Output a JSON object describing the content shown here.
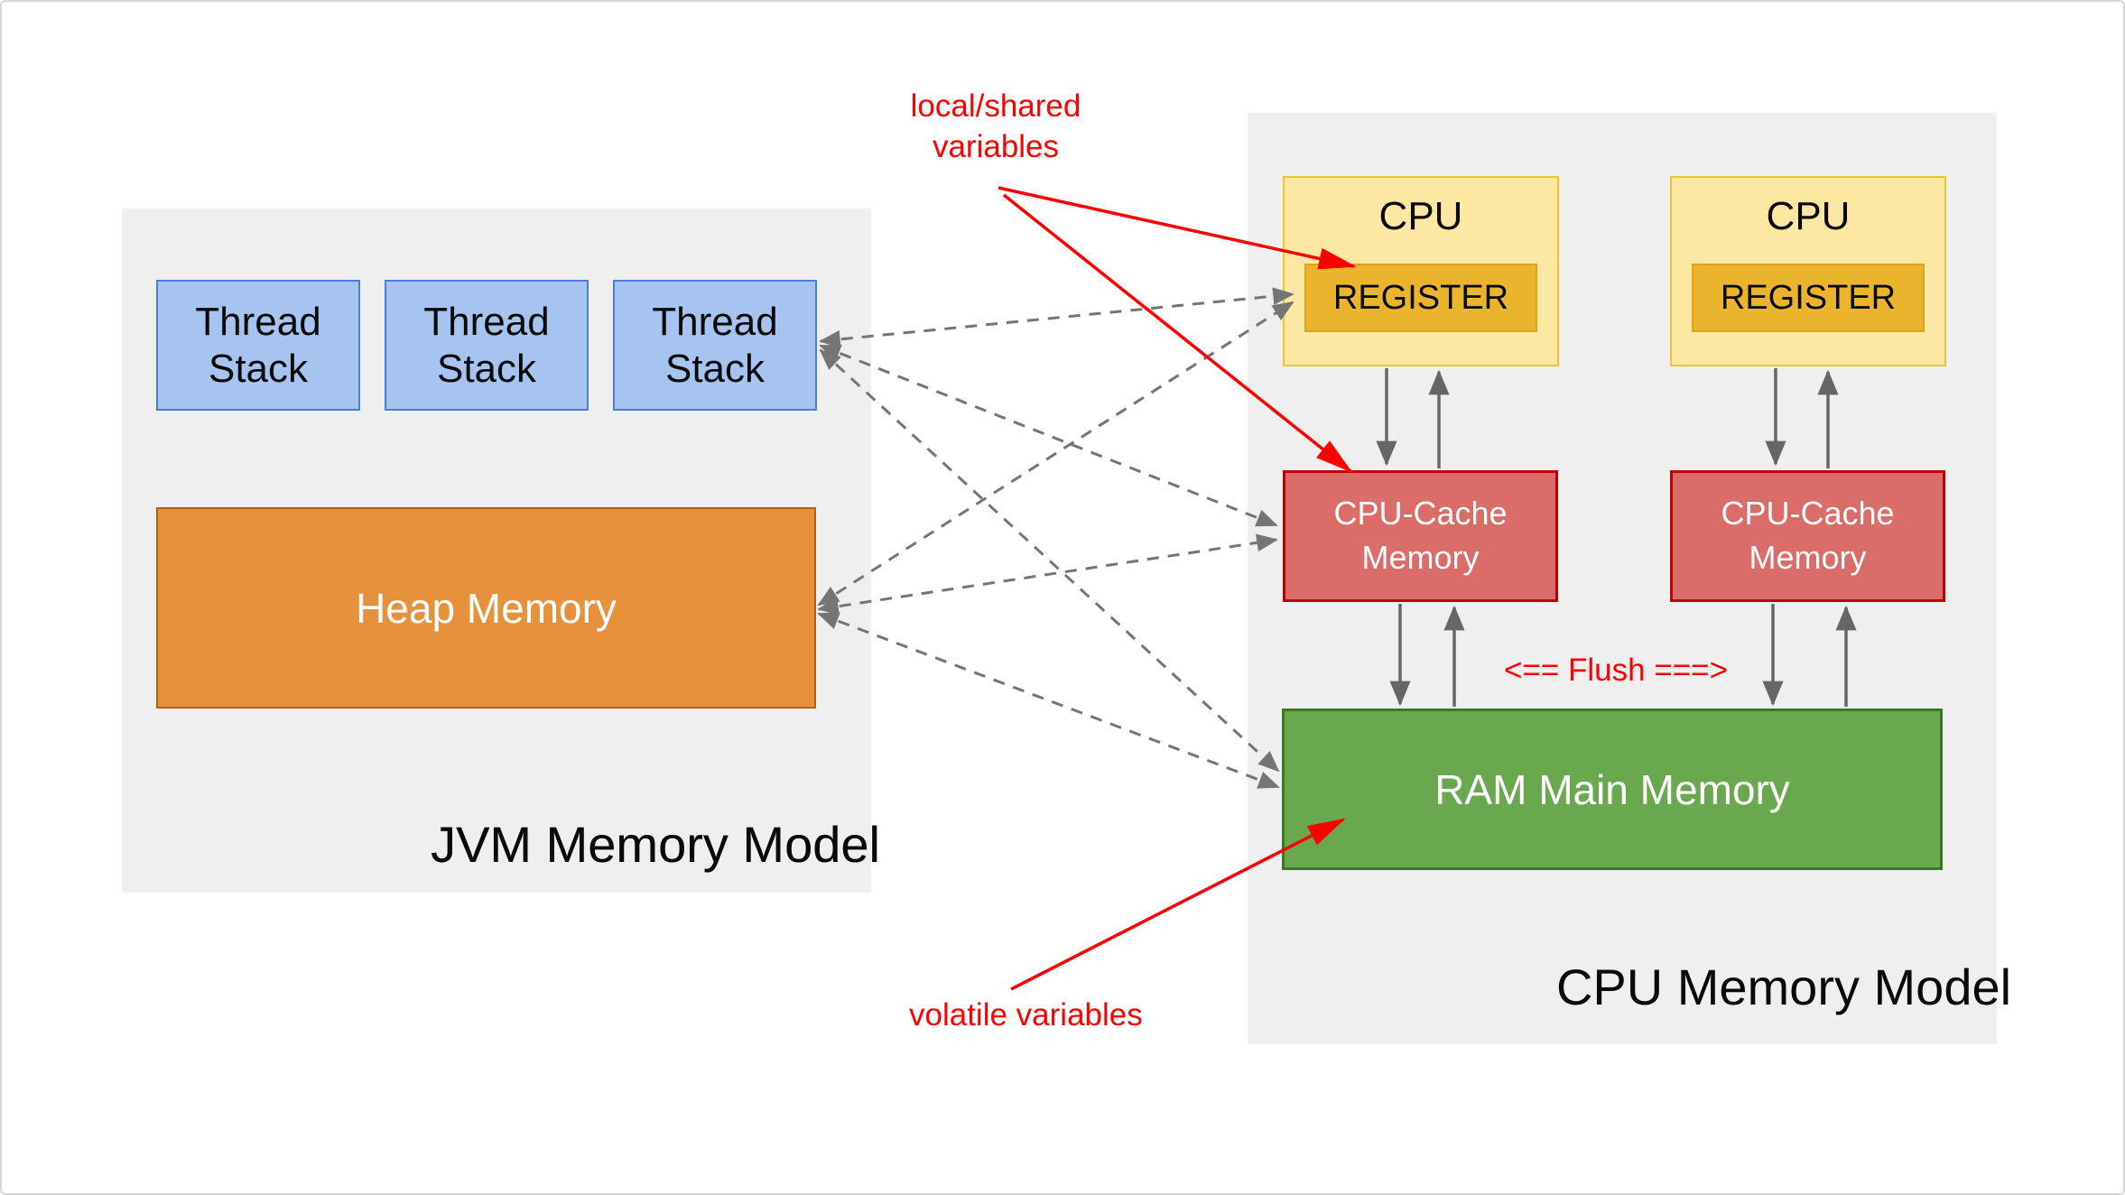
{
  "colors": {
    "page_border": "#D6D6D6",
    "panel_bg": "#EFEFEF",
    "thread_fill": "#A7C3F0",
    "thread_border": "#4A7FD6",
    "heap_fill": "#E6913C",
    "heap_border": "#B26010",
    "cpu_fill": "#FCE8A2",
    "cpu_border": "#F1C232",
    "register_fill": "#EBB42D",
    "register_border": "#E2A414",
    "cache_fill": "#DA6C6A",
    "cache_border": "#C00000",
    "ram_fill": "#69A84F",
    "ram_border": "#3A7A1E",
    "arrow_gray": "#666666",
    "dash_gray": "#757575",
    "red": "#FF0000",
    "text_dark": "#0A0A0A",
    "text_light": "#FFFFFF"
  },
  "jvm": {
    "label": "JVM Memory Model",
    "threads": [
      {
        "label": "Thread Stack"
      },
      {
        "label": "Thread Stack"
      },
      {
        "label": "Thread Stack"
      }
    ],
    "heap": {
      "label": "Heap Memory"
    }
  },
  "cpu": {
    "label": "CPU Memory Model",
    "units": [
      {
        "cpu_label": "CPU",
        "register_label": "REGISTER",
        "cache_label": "CPU-Cache Memory"
      },
      {
        "cpu_label": "CPU",
        "register_label": "REGISTER",
        "cache_label": "CPU-Cache Memory"
      }
    ],
    "ram": {
      "label": "RAM Main Memory"
    }
  },
  "annotations": {
    "local_shared": "local/shared variables",
    "volatile": "volatile variables",
    "flush": "<== Flush ===>"
  }
}
